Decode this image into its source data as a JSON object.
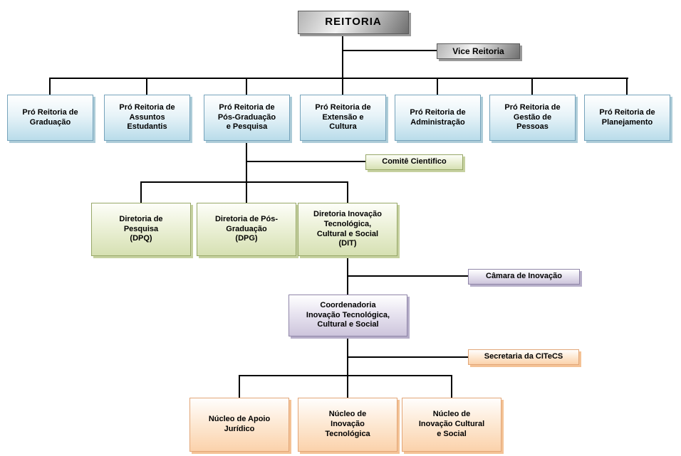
{
  "org": {
    "root": {
      "label": "REITORIA"
    },
    "vice": {
      "label": "Vice Reitoria"
    },
    "pro_reitorias": [
      {
        "label": "Pró Reitoria de\nGraduação"
      },
      {
        "label": "Pró Reitoria de\nAssuntos\nEstudantis"
      },
      {
        "label": "Pró Reitoria de\nPós-Graduação\ne Pesquisa"
      },
      {
        "label": "Pró Reitoria de\nExtensão e\nCultura"
      },
      {
        "label": "Pró Reitoria de\nAdministração"
      },
      {
        "label": "Pró Reitoria de\nGestão de\nPessoas"
      },
      {
        "label": "Pró Reitoria de\nPlanejamento"
      }
    ],
    "comite": {
      "label": "Comitê Cientifico"
    },
    "diretorias": [
      {
        "label": "Diretoria de\nPesquisa\n(DPQ)"
      },
      {
        "label": "Diretoria de Pós-\nGraduação\n(DPG)"
      },
      {
        "label": "Diretoria Inovação\nTecnológica,\nCultural e Social\n(DIT)"
      }
    ],
    "camara": {
      "label": "Câmara de Inovação"
    },
    "coordenadoria": {
      "label": "Coordenadoria\nInovação Tecnológica,\nCultural e Social"
    },
    "secretaria": {
      "label": "Secretaria da CITeCS"
    },
    "nucleos": [
      {
        "label": "Núcleo de Apoio\nJurídico"
      },
      {
        "label": "Núcleo de\nInovação\nTecnológica"
      },
      {
        "label": "Núcleo de\nInovação Cultural\ne Social"
      }
    ]
  },
  "colors": {
    "line": "#000000",
    "metal_dark": "#6f6f6f",
    "metal_light": "#f2f2f2",
    "blue_fill": "#b9dcea",
    "blue_border": "#76a3bb",
    "green_fill": "#d6e0b2",
    "green_border": "#97a768",
    "purple_fill": "#cdc5dc",
    "purple_border": "#8f85a8",
    "orange_fill": "#fbd2ab",
    "orange_border": "#e2a678"
  }
}
